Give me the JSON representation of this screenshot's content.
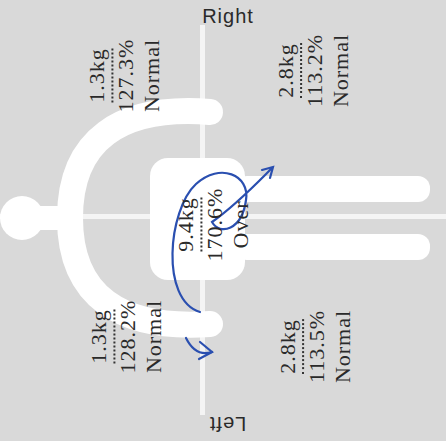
{
  "diagram": {
    "labels": [
      "Right",
      "1.3kg",
      "127.3%",
      "Normal",
      "2.8kg",
      "113.2%",
      "Normal",
      "9.4kg",
      "170.6%",
      "Over",
      "1.3kg",
      "128.2%",
      "Normal",
      "2.8kg",
      "113.5%",
      "Normal",
      "Left"
    ]
  }
}
